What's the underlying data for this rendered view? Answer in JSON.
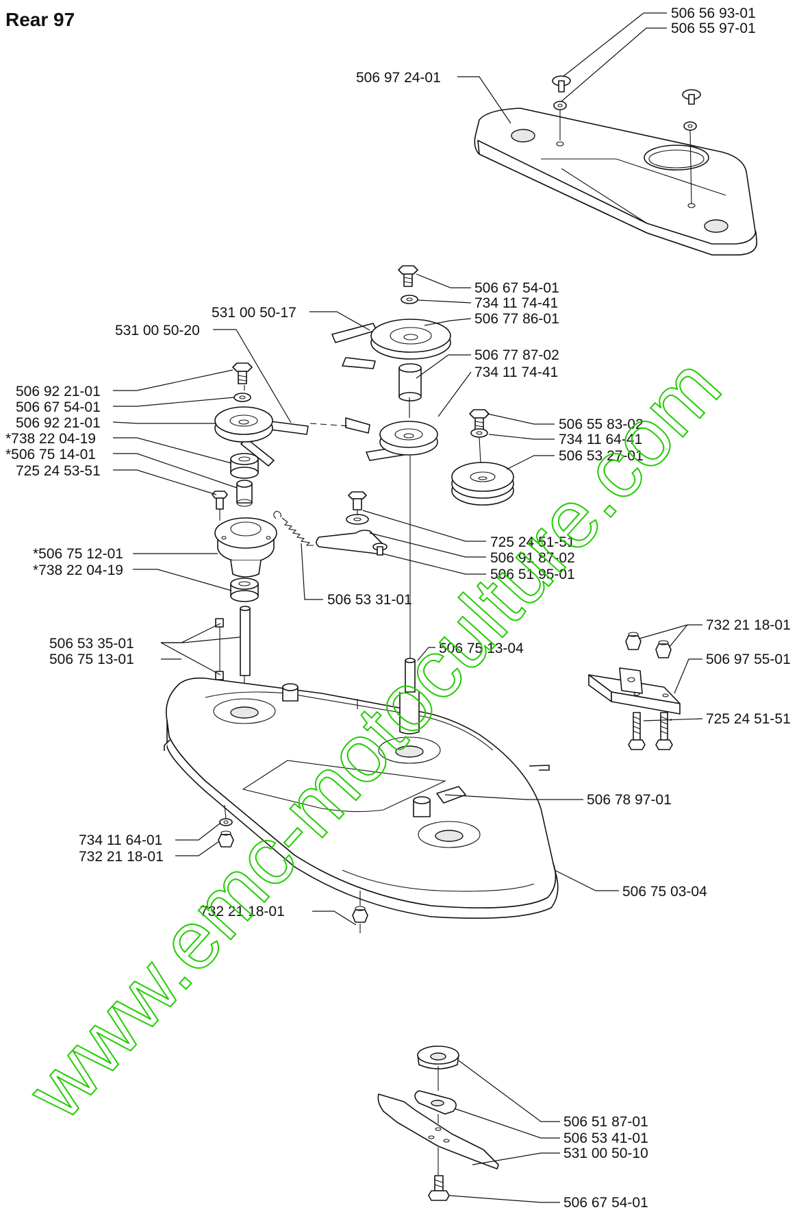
{
  "title": "Rear 97",
  "watermark": "www.emc-motoculture.com",
  "watermark_color": "#22cc00",
  "parts": [
    "506 56 93-01",
    "506 55 97-01",
    "506 97 24-01",
    "506 67 54-01",
    "734 11 74-41",
    "531 00 50-17",
    "506 77 86-01",
    "531 00 50-20",
    "506 77 87-02",
    "506 92 21-01",
    "506 67 54-01",
    "734 11 74-41",
    "506 92 21-01",
    "506 55 83-02",
    "*738 22 04-19",
    "734 11 64-41",
    "*506 75 14-01",
    "506 53 27-01",
    "725 24 53-51",
    "725 24 51-51",
    "*506 75 12-01",
    "506 91 87-02",
    "*738 22 04-19",
    "506 51 95-01",
    "506 53 31-01",
    "732 21 18-01",
    "506 53 35-01",
    "506 75 13-04",
    "506 97 55-01",
    "506 75 13-01",
    "725 24 51-51",
    "506 78 97-01",
    "734 11 64-01",
    "732 21 18-01",
    "506 75 03-04",
    "732 21 18-01",
    "506 51 87-01",
    "506 53 41-01",
    "531 00 50-10",
    "506 67 54-01"
  ]
}
